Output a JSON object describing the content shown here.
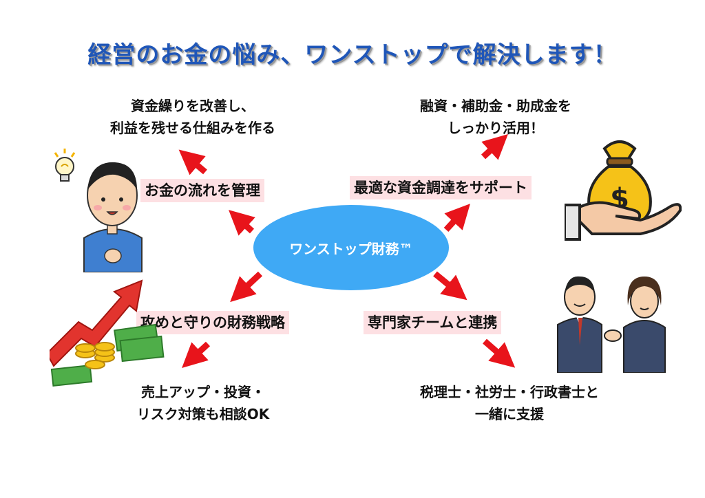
{
  "title": "経営のお金の悩み、ワンストップで解決します！",
  "hub": "ワンストップ財務™",
  "branches": [
    {
      "label": "お金の流れを管理",
      "result": [
        "資金繰りを改善し、",
        "利益を残せる仕組みを作る"
      ]
    },
    {
      "label": "最適な資金調達をサポート",
      "result": [
        "融資・補助金・助成金を",
        "しっかり活用！"
      ]
    },
    {
      "label": "攻めと守りの財務戦略",
      "result": [
        "売上アップ・投資・",
        "リスク対策も相談OK"
      ]
    },
    {
      "label": "専門家チームと連携",
      "result": [
        "税理士・社労士・行政書士と",
        "一緒に支援"
      ]
    }
  ],
  "colors": {
    "title": "#1f56b8",
    "hub": "#3fa9f5",
    "arrow": "#e8141b",
    "label_bg": "#fde0e3"
  },
  "illustrations": [
    "thinking-man-illustration",
    "money-bag-hand-illustration",
    "growth-chart-money-illustration",
    "handshake-business-illustration"
  ]
}
